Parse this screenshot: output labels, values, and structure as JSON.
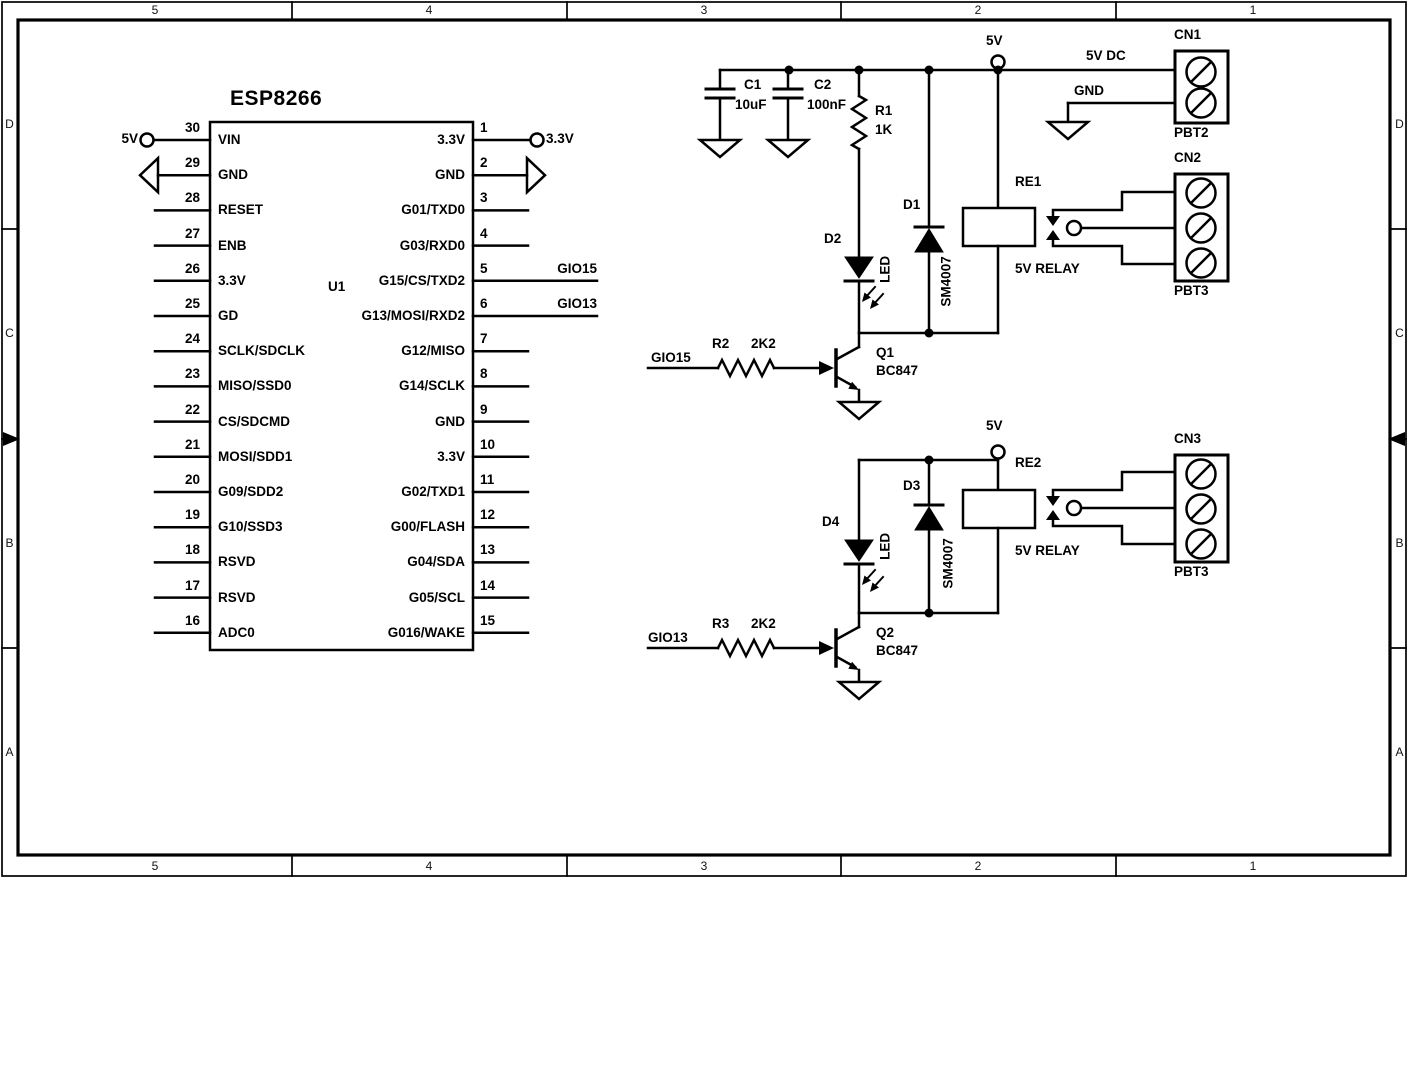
{
  "border": {
    "columns": [
      "5",
      "4",
      "3",
      "2",
      "1"
    ],
    "rows": [
      "D",
      "C",
      "B",
      "A"
    ]
  },
  "ic": {
    "title": "ESP8266",
    "refdes": "U1",
    "left_pins": [
      {
        "num": "30",
        "name": "VIN",
        "term": "circle",
        "net": "5V"
      },
      {
        "num": "29",
        "name": "GND",
        "term": "arrow"
      },
      {
        "num": "28",
        "name": "RESET"
      },
      {
        "num": "27",
        "name": "ENB"
      },
      {
        "num": "26",
        "name": "3.3V"
      },
      {
        "num": "25",
        "name": "GD"
      },
      {
        "num": "24",
        "name": "SCLK/SDCLK"
      },
      {
        "num": "23",
        "name": "MISO/SSD0"
      },
      {
        "num": "22",
        "name": "CS/SDCMD"
      },
      {
        "num": "21",
        "name": "MOSI/SDD1"
      },
      {
        "num": "20",
        "name": "G09/SDD2"
      },
      {
        "num": "19",
        "name": "G10/SSD3"
      },
      {
        "num": "18",
        "name": "RSVD"
      },
      {
        "num": "17",
        "name": "RSVD"
      },
      {
        "num": "16",
        "name": "ADC0"
      }
    ],
    "right_pins": [
      {
        "num": "1",
        "name": "3.3V",
        "term": "circle",
        "net": "3.3V"
      },
      {
        "num": "2",
        "name": "GND",
        "term": "arrow"
      },
      {
        "num": "3",
        "name": "G01/TXD0"
      },
      {
        "num": "4",
        "name": "G03/RXD0"
      },
      {
        "num": "5",
        "name": "G15/CS/TXD2",
        "net": "GIO15"
      },
      {
        "num": "6",
        "name": "G13/MOSI/RXD2",
        "net": "GIO13"
      },
      {
        "num": "7",
        "name": "G12/MISO"
      },
      {
        "num": "8",
        "name": "G14/SCLK"
      },
      {
        "num": "9",
        "name": "GND"
      },
      {
        "num": "10",
        "name": "3.3V"
      },
      {
        "num": "11",
        "name": "G02/TXD1"
      },
      {
        "num": "12",
        "name": "G00/FLASH"
      },
      {
        "num": "13",
        "name": "G04/SDA"
      },
      {
        "num": "14",
        "name": "G05/SCL"
      },
      {
        "num": "15",
        "name": "G016/WAKE"
      }
    ]
  },
  "power": {
    "top_5v": "5V",
    "bottom_5v": "5V",
    "dc_in": "5V DC",
    "gnd": "GND"
  },
  "nets": {
    "gio15": "GIO15",
    "gio13": "GIO13"
  },
  "components": {
    "c1": {
      "ref": "C1",
      "value": "10uF"
    },
    "c2": {
      "ref": "C2",
      "value": "100nF"
    },
    "r1": {
      "ref": "R1",
      "value": "1K"
    },
    "r2": {
      "ref": "R2",
      "value": "2K2"
    },
    "r3": {
      "ref": "R3",
      "value": "2K2"
    },
    "d1": {
      "ref": "D1",
      "value": "SM4007"
    },
    "d2": {
      "ref": "D2",
      "value": "LED"
    },
    "d3": {
      "ref": "D3",
      "value": "SM4007"
    },
    "d4": {
      "ref": "D4",
      "value": "LED"
    },
    "q1": {
      "ref": "Q1",
      "value": "BC847"
    },
    "q2": {
      "ref": "Q2",
      "value": "BC847"
    },
    "re1": {
      "ref": "RE1",
      "value": "5V RELAY"
    },
    "re2": {
      "ref": "RE2",
      "value": "5V RELAY"
    },
    "cn1": {
      "ref": "CN1",
      "value": "PBT2"
    },
    "cn2": {
      "ref": "CN2",
      "value": "PBT3"
    },
    "cn3": {
      "ref": "CN3",
      "value": "PBT3"
    }
  },
  "colors": {
    "ink": "#000000",
    "paper": "#ffffff"
  }
}
